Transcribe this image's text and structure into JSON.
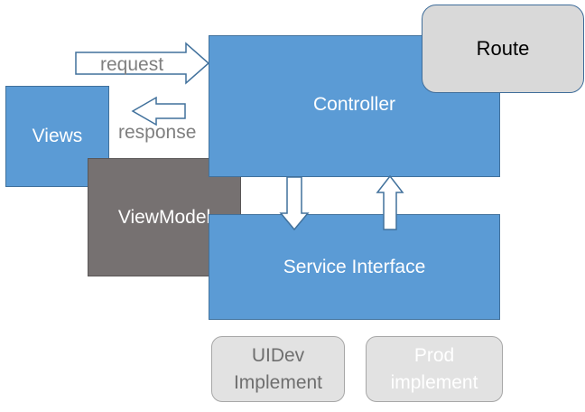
{
  "nodes": {
    "controller": "Controller",
    "route": "Route",
    "views": "Views",
    "viewmodel": "ViewModel",
    "service_interface": "Service Interface",
    "uidev": {
      "line1": "UIDev",
      "line2": "Implement"
    },
    "prod": {
      "line1": "Prod",
      "line2": "implement"
    }
  },
  "edges": {
    "request": "request",
    "response": "response"
  }
}
